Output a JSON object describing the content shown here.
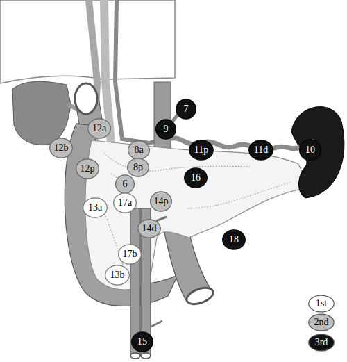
{
  "diagram": {
    "nodes": [
      {
        "text": [
          "12b"
        ]
      },
      {
        "text": [
          "12a"
        ]
      },
      {
        "text": [
          "12p"
        ]
      },
      {
        "text": [
          "7"
        ]
      },
      {
        "text": [
          "9"
        ]
      },
      {
        "text": [
          "8a"
        ]
      },
      {
        "text": [
          "11p"
        ]
      },
      {
        "text": [
          "11d"
        ]
      },
      {
        "text": [
          "10"
        ]
      },
      {
        "text": [
          "8p"
        ]
      },
      {
        "text": [
          "16"
        ]
      },
      {
        "text": [
          "6"
        ]
      },
      {
        "text": [
          "13a"
        ]
      },
      {
        "text": [
          "17a"
        ]
      },
      {
        "text": [
          "14p"
        ]
      },
      {
        "text": [
          "14d"
        ]
      },
      {
        "text": [
          "18"
        ]
      },
      {
        "text": [
          "17b"
        ]
      },
      {
        "text": [
          "13b"
        ]
      },
      {
        "text": [
          "15"
        ]
      }
    ],
    "legend": [
      {
        "text": "1st",
        "color": "#ffffff"
      },
      {
        "text": "2nd",
        "color": "#bdbdbd"
      },
      {
        "text": "3rd",
        "color": "#111111"
      }
    ]
  }
}
